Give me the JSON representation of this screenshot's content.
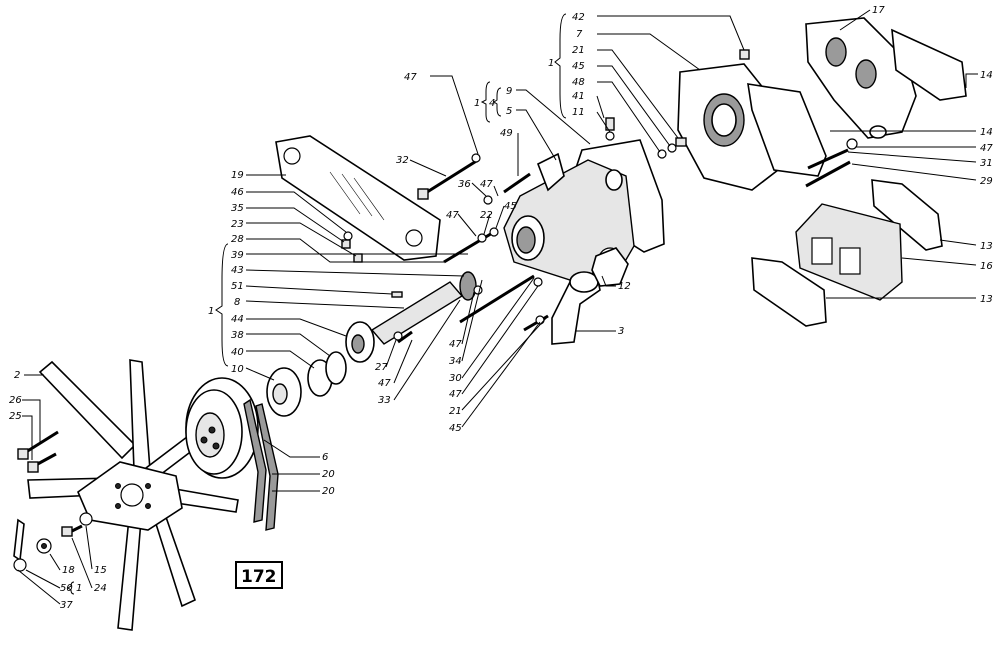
{
  "figure_number": "172",
  "callouts": [
    {
      "id": "c42",
      "text": "42"
    },
    {
      "id": "c7",
      "text": "7"
    },
    {
      "id": "c21a",
      "text": "21"
    },
    {
      "id": "c45a",
      "text": "45"
    },
    {
      "id": "c48",
      "text": "48"
    },
    {
      "id": "c41",
      "text": "41"
    },
    {
      "id": "c11",
      "text": "11"
    },
    {
      "id": "c1a",
      "text": "1"
    },
    {
      "id": "c17",
      "text": "17"
    },
    {
      "id": "c14a",
      "text": "14"
    },
    {
      "id": "c14b",
      "text": "14"
    },
    {
      "id": "c47a",
      "text": "47"
    },
    {
      "id": "c31",
      "text": "31"
    },
    {
      "id": "c29",
      "text": "29"
    },
    {
      "id": "c13a",
      "text": "13"
    },
    {
      "id": "c16",
      "text": "16"
    },
    {
      "id": "c13b",
      "text": "13"
    },
    {
      "id": "c47b",
      "text": "47"
    },
    {
      "id": "c1b",
      "text": "1"
    },
    {
      "id": "c4",
      "text": "4"
    },
    {
      "id": "c9",
      "text": "9"
    },
    {
      "id": "c5",
      "text": "5"
    },
    {
      "id": "c49",
      "text": "49"
    },
    {
      "id": "c32",
      "text": "32"
    },
    {
      "id": "c36",
      "text": "36"
    },
    {
      "id": "c47c",
      "text": "47"
    },
    {
      "id": "c47d",
      "text": "47"
    },
    {
      "id": "c22",
      "text": "22"
    },
    {
      "id": "c45b",
      "text": "45"
    },
    {
      "id": "c19",
      "text": "19"
    },
    {
      "id": "c46",
      "text": "46"
    },
    {
      "id": "c35",
      "text": "35"
    },
    {
      "id": "c23",
      "text": "23"
    },
    {
      "id": "c28",
      "text": "28"
    },
    {
      "id": "c39",
      "text": "39"
    },
    {
      "id": "c43",
      "text": "43"
    },
    {
      "id": "c51",
      "text": "51"
    },
    {
      "id": "c8",
      "text": "8"
    },
    {
      "id": "c1c",
      "text": "1"
    },
    {
      "id": "c44",
      "text": "44"
    },
    {
      "id": "c38",
      "text": "38"
    },
    {
      "id": "c40",
      "text": "40"
    },
    {
      "id": "c10",
      "text": "10"
    },
    {
      "id": "c27",
      "text": "27"
    },
    {
      "id": "c47e",
      "text": "47"
    },
    {
      "id": "c33",
      "text": "33"
    },
    {
      "id": "c47f",
      "text": "47"
    },
    {
      "id": "c34",
      "text": "34"
    },
    {
      "id": "c30",
      "text": "30"
    },
    {
      "id": "c47g",
      "text": "47"
    },
    {
      "id": "c21b",
      "text": "21"
    },
    {
      "id": "c45c",
      "text": "45"
    },
    {
      "id": "c12",
      "text": "12"
    },
    {
      "id": "c3",
      "text": "3"
    },
    {
      "id": "c2",
      "text": "2"
    },
    {
      "id": "c26",
      "text": "26"
    },
    {
      "id": "c25",
      "text": "25"
    },
    {
      "id": "c6",
      "text": "6"
    },
    {
      "id": "c20a",
      "text": "20"
    },
    {
      "id": "c20b",
      "text": "20"
    },
    {
      "id": "c18",
      "text": "18"
    },
    {
      "id": "c15",
      "text": "15"
    },
    {
      "id": "c50",
      "text": "50"
    },
    {
      "id": "c1d",
      "text": "1"
    },
    {
      "id": "c24",
      "text": "24"
    },
    {
      "id": "c37",
      "text": "37"
    }
  ]
}
